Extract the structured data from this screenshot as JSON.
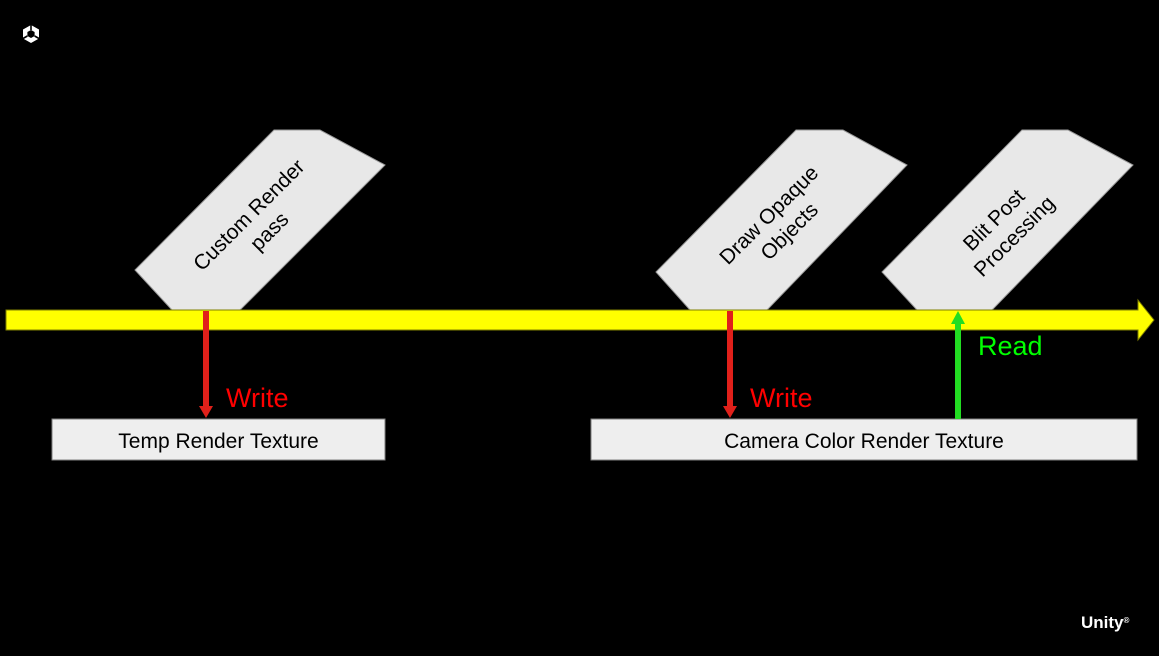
{
  "colors": {
    "background": "#000000",
    "timeline": "#FFFF00",
    "timeline_outline": "#7F7F00",
    "pass_fill": "#E8E8E8",
    "pass_outline": "#9A9A9A",
    "texture_fill": "#EEEEEE",
    "texture_outline": "#7F7F7F",
    "write": "#FF0000",
    "write_arrow": "#E0201A",
    "read": "#00FF00",
    "read_arrow": "#22DD22",
    "text_dark": "#000000",
    "text_light": "#FFFFFF"
  },
  "passes": [
    {
      "lines": [
        "Custom Render",
        "pass"
      ]
    },
    {
      "lines": [
        "Draw Opaque",
        "Objects"
      ]
    },
    {
      "lines": [
        "Blit Post",
        "Processing"
      ]
    }
  ],
  "textures": [
    {
      "label": "Temp Render Texture"
    },
    {
      "label": "Camera Color Render Texture"
    }
  ],
  "links": [
    {
      "label": "Write",
      "kind": "write"
    },
    {
      "label": "Write",
      "kind": "write"
    },
    {
      "label": "Read",
      "kind": "read"
    }
  ],
  "brand": {
    "wordmark": "Unity",
    "registered": "®",
    "logo_icon": "unity-cube-icon"
  }
}
